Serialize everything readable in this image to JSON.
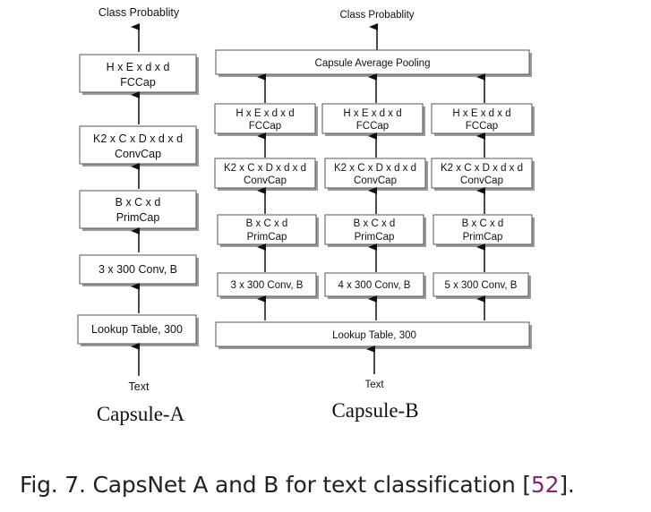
{
  "capsule_a": {
    "title": "Capsule-A",
    "top_label": "Class Probablity",
    "bottom_label": "Text",
    "fccap": [
      "H x E x d x d",
      "FCCap"
    ],
    "convcap": [
      "K2 x C x D x d x d",
      "ConvCap"
    ],
    "primcap": [
      "B x C x d",
      "PrimCap"
    ],
    "conv": "3 x 300 Conv, B",
    "lookup": "Lookup Table, 300"
  },
  "capsule_b": {
    "title": "Capsule-B",
    "top_label": "Class Probablity",
    "bottom_label": "Text",
    "pooling": "Capsule Average Pooling",
    "lookup": "Lookup Table, 300",
    "columns": [
      {
        "fccap": [
          "H x E x d x d",
          "FCCap"
        ],
        "convcap": [
          "K2 x C x D x d x d",
          "ConvCap"
        ],
        "primcap": [
          "B x C x d",
          "PrimCap"
        ],
        "conv": "3 x 300 Conv, B"
      },
      {
        "fccap": [
          "H x E x d x d",
          "FCCap"
        ],
        "convcap": [
          "K2 x C x D x d x d",
          "ConvCap"
        ],
        "primcap": [
          "B x C x d",
          "PrimCap"
        ],
        "conv": "4 x 300 Conv, B"
      },
      {
        "fccap": [
          "H x E x d x d",
          "FCCap"
        ],
        "convcap": [
          "K2 x C x D x d x d",
          "ConvCap"
        ],
        "primcap": [
          "B x C x d",
          "PrimCap"
        ],
        "conv": "5 x 300 Conv, B"
      }
    ]
  },
  "caption": {
    "prefix": "Fig. 7.  CapsNet A and B for text classification [",
    "ref": "52",
    "suffix": "]."
  }
}
